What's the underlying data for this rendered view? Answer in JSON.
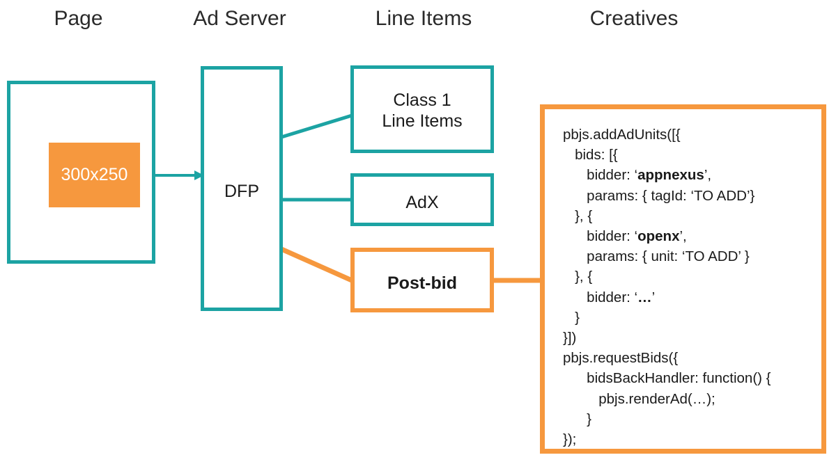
{
  "columns": [
    {
      "key": "page",
      "label": "Page"
    },
    {
      "key": "ad_server",
      "label": "Ad Server"
    },
    {
      "key": "line_items",
      "label": "Line Items"
    },
    {
      "key": "creatives",
      "label": "Creatives"
    }
  ],
  "nodes": {
    "page_box_label": "",
    "creative_banner": "300x250",
    "dfp": "DFP",
    "class1_line1": "Class 1",
    "class1_line2": "Line Items",
    "adx": "AdX",
    "postbid": "Post-bid"
  },
  "code": {
    "lines": [
      {
        "text": "pbjs.addAdUnits([{",
        "indent": 0
      },
      {
        "text": "bids: [{",
        "indent": 1
      },
      {
        "text": "bidder: ‘",
        "bold": "appnexus",
        "after": "’,",
        "indent": 2
      },
      {
        "text": "params: { tagId: ‘TO ADD’}",
        "indent": 2
      },
      {
        "text": "}, {",
        "indent": 1
      },
      {
        "text": "bidder: ‘",
        "bold": "openx",
        "after": "’,",
        "indent": 2
      },
      {
        "text": "params: { unit: ‘TO ADD’ }",
        "indent": 2
      },
      {
        "text": "}, {",
        "indent": 1
      },
      {
        "text": "bidder: ‘",
        "bold": "…",
        "after": "’",
        "indent": 2
      },
      {
        "text": "}",
        "indent": 1
      },
      {
        "text": "}])",
        "indent": 0
      },
      {
        "text": "pbjs.requestBids({",
        "indent": 0
      },
      {
        "text": "bidsBackHandler: function() {",
        "indent": 2
      },
      {
        "text": "pbjs.renderAd(…);",
        "indent": 3
      },
      {
        "text": "}",
        "indent": 2
      },
      {
        "text": "});",
        "indent": 0
      }
    ]
  },
  "colors": {
    "teal": "#1CA3A3",
    "orange": "#F6983E",
    "text": "#1a1a1a",
    "background": "#ffffff"
  },
  "connectors": [
    {
      "name": "page-to-dfp",
      "color": "#1CA3A3",
      "style": "arrow"
    },
    {
      "name": "dfp-to-class1",
      "color": "#1CA3A3",
      "style": "line"
    },
    {
      "name": "dfp-to-adx",
      "color": "#1CA3A3",
      "style": "line"
    },
    {
      "name": "dfp-to-postbid",
      "color": "#F6983E",
      "style": "line"
    },
    {
      "name": "postbid-to-code",
      "color": "#F6983E",
      "style": "line"
    }
  ]
}
